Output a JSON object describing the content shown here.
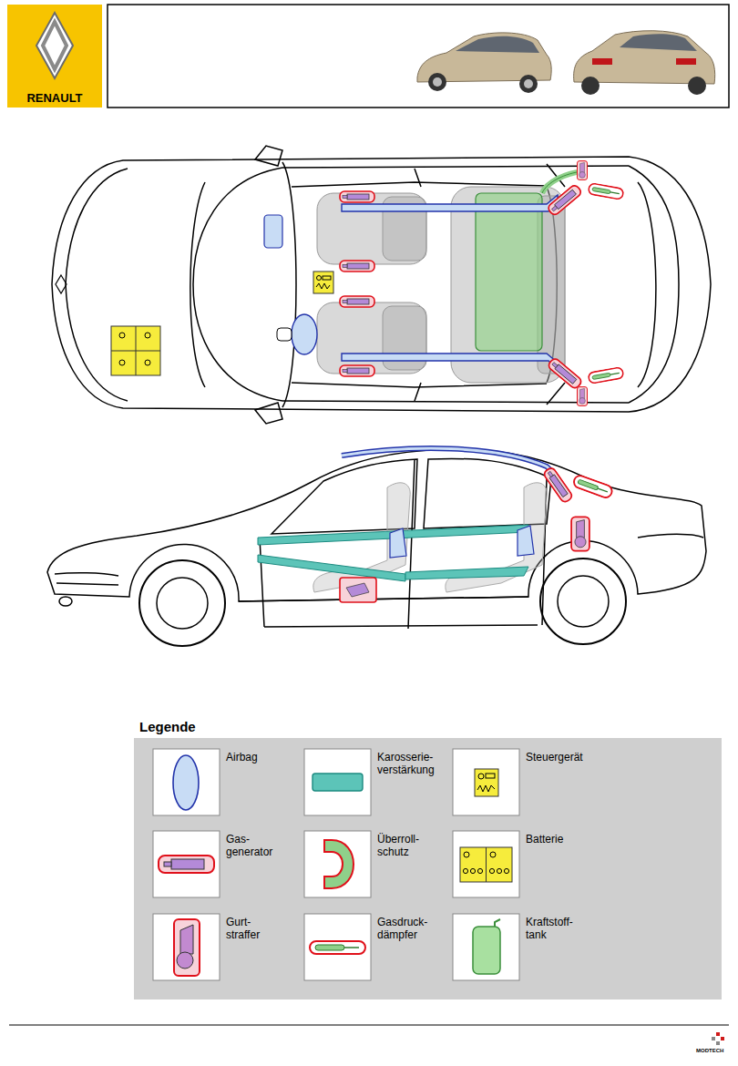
{
  "diagram": {
    "labels": [
      "RENAULT",
      "Legende",
      "MODTECH"
    ],
    "legend": [
      {
        "text": "Airbag"
      },
      {
        "text": "Karosserie- verstärkung"
      },
      {
        "text": "Steuergerät"
      },
      {
        "text": "Gas- generator"
      },
      {
        "text": "Überroll- schutz"
      },
      {
        "text": "Batterie"
      },
      {
        "text": "Gurt- straffer"
      },
      {
        "text": "Gasdruck- dämpfer"
      },
      {
        "text": "Kraftstoff- tank"
      }
    ]
  }
}
